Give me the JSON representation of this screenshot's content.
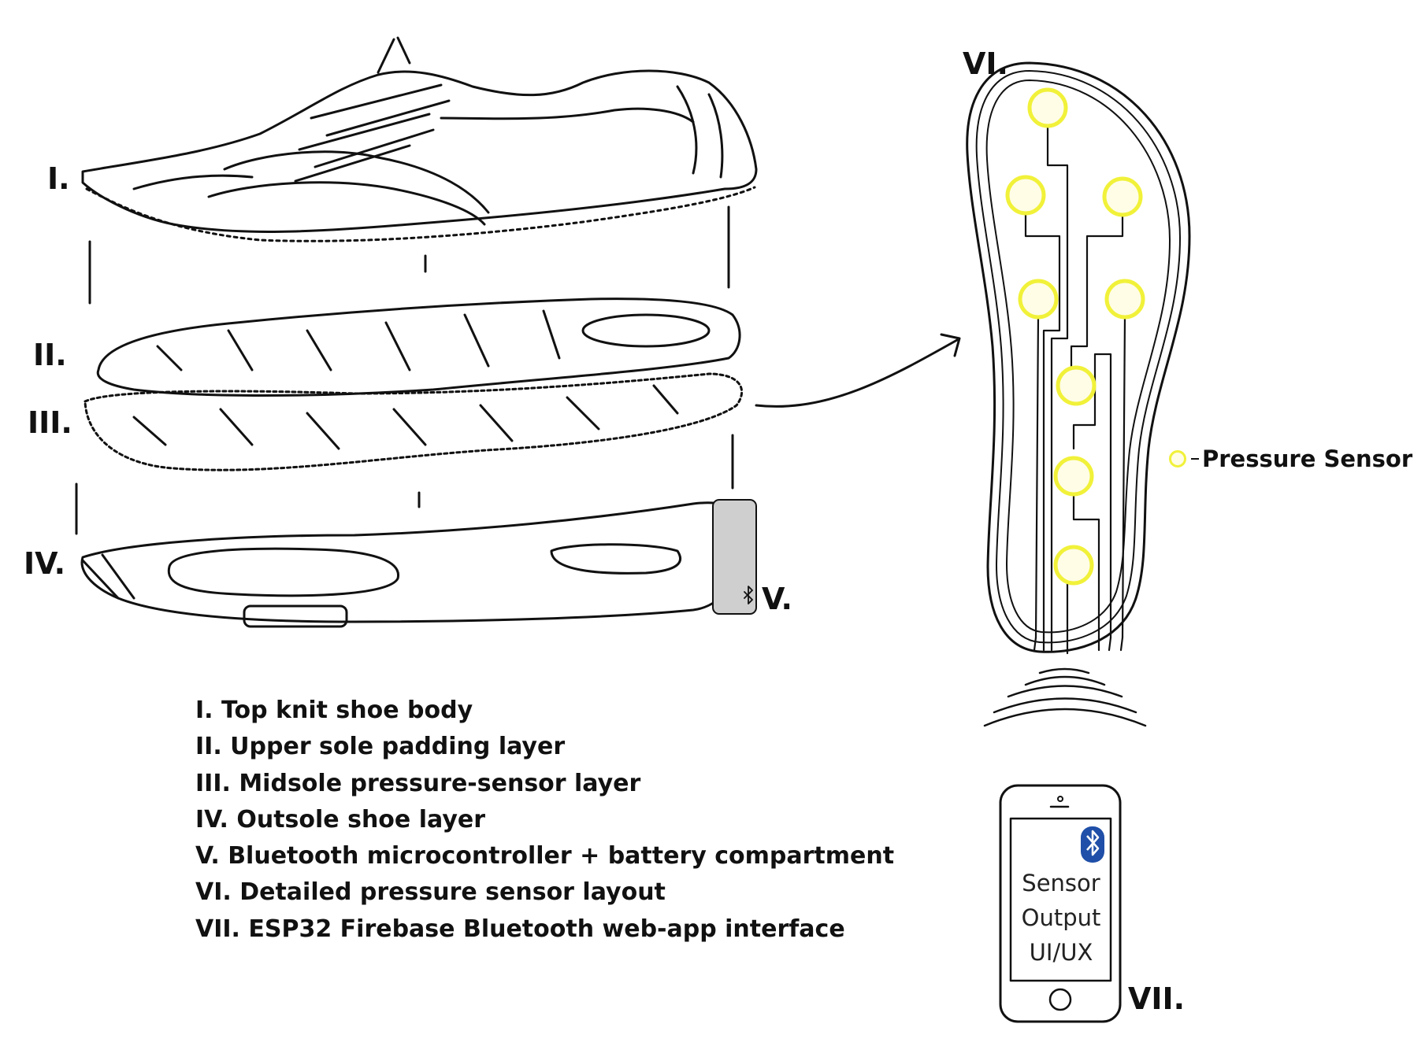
{
  "labels": {
    "I": "I.",
    "II": "II.",
    "III": "III.",
    "IV": "IV.",
    "V": "V.",
    "VI": "VI.",
    "VII": "VII."
  },
  "legend": [
    "I. Top knit shoe body",
    "II. Upper sole padding layer",
    "III. Midsole pressure-sensor layer",
    "IV. Outsole shoe layer",
    "V. Bluetooth microcontroller + battery compartment",
    "VI. Detailed pressure sensor layout",
    "VII. ESP32 Firebase Bluetooth web-app interface"
  ],
  "sensor_key": {
    "label": "Pressure Sensor"
  },
  "phone": {
    "line1": "Sensor",
    "line2": "Output",
    "line3": "UI/UX"
  },
  "colors": {
    "sensor_ring": "#f1f13a",
    "sensor_fill": "#fffde6",
    "bluetooth_badge": "#1f4fa8",
    "compartment": "#cfcfcf",
    "ink": "#111111"
  },
  "icons": {
    "bluetooth": "bluetooth-icon",
    "arrow": "curved-arrow-icon",
    "signal": "wireless-signal-icon",
    "phone": "smartphone-icon"
  }
}
